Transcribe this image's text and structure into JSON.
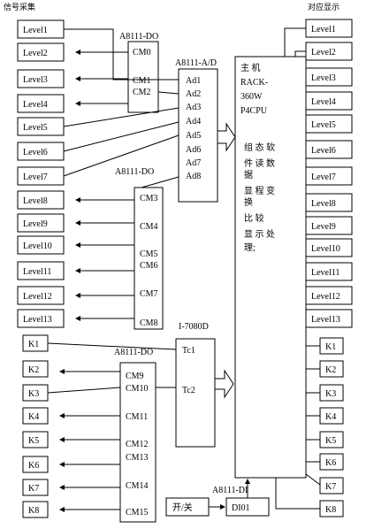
{
  "titles": {
    "left": "信号采集",
    "right": "对应显示"
  },
  "modules": {
    "do1": {
      "name": "A8111-DO",
      "ports": [
        "CM0",
        "CM1",
        "CM2"
      ]
    },
    "ad": {
      "name": "A8111-A/D",
      "ports": [
        "Ad1",
        "Ad2",
        "Ad3",
        "Ad4",
        "Ad5",
        "Ad6",
        "Ad7",
        "Ad8"
      ]
    },
    "do2": {
      "name": "A8111-DO",
      "ports": [
        "CM3",
        "CM4",
        "CM5",
        "CM6",
        "CM7",
        "CM8"
      ]
    },
    "i7080": {
      "name": "I-7080D",
      "ports": [
        "Tc1",
        "Tc2"
      ]
    },
    "do3": {
      "name": "A8111-DO",
      "ports": [
        "CM9",
        "CM10",
        "CM11",
        "CM12",
        "CM13",
        "CM14",
        "CM15"
      ]
    },
    "di": {
      "name": "A8111-DI",
      "port": "DI01"
    }
  },
  "switch_label": "开/关",
  "computer": {
    "lines": [
      "主    机",
      "RACK-",
      "360W",
      "P4CPU"
    ],
    "process_lines": [
      "组 态 软",
      "件 读 数",
      "据",
      "显 程 变",
      "换",
      "比 较",
      "显 示 处",
      "理;"
    ]
  },
  "left_levels": [
    "Level1",
    "Level2",
    "Level3",
    "Level4",
    "Level5",
    "Level6",
    "Level7",
    "Level8",
    "Level9",
    "Level10",
    "Level11",
    "Level12",
    "Level13"
  ],
  "left_k": [
    "K1",
    "K2",
    "K3",
    "K4",
    "K5",
    "K6",
    "K7",
    "K8"
  ],
  "right_levels": [
    "Level1",
    "Level2",
    "Level3",
    "Level4",
    "Level5",
    "Level6",
    "Level7",
    "Level8",
    "Level9",
    "Level10",
    "Level11",
    "Level12",
    "Level13"
  ],
  "right_k": [
    "K1",
    "K2",
    "K3",
    "K4",
    "K5",
    "K6",
    "K7",
    "K8"
  ]
}
